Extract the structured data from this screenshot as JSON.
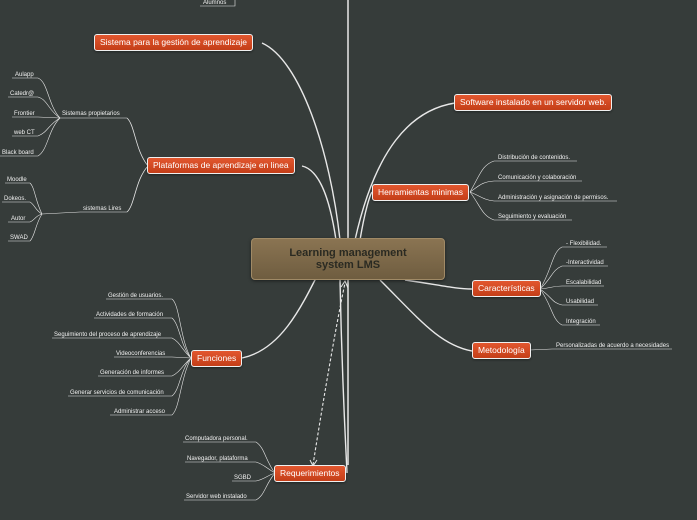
{
  "central": {
    "line1": "Learning management",
    "line2": "system  LMS"
  },
  "top_fragment": "Alumnos",
  "branches": {
    "sistema": "Sistema para la gestión de aprendizaje",
    "plataformas": "Plataformas de aprendizaje en linea",
    "funciones": "Funciones",
    "requerimientos": "Requerimientos",
    "software": "Software instalado en un servidor web.",
    "herramientas": "Herramientas minimas",
    "caracteristicas": "Características",
    "metodologia": "Metodología"
  },
  "propietarios": {
    "label": "Sistemas propietarios",
    "items": [
      "Aulapp",
      "Catedr@",
      "Frontier",
      "web CT",
      "Black board"
    ]
  },
  "libres": {
    "label": "sistemas Lires",
    "items": [
      "Moodle",
      "Dokeos.",
      "Autor",
      "SWAD"
    ]
  },
  "funciones_items": [
    "Gestión de usuarios.",
    "Actividades de formación",
    "Seguimiento  del proceso de aprendizaje",
    "Videoconferencias",
    "Generación de informes",
    "Generar servicios de comunicación",
    "Administrar acceso"
  ],
  "requerimientos_items": [
    "Computadora personal.",
    "Navegador, plataforma",
    "SGBD",
    "Servidor web instalado"
  ],
  "herramientas_items": [
    "Distribución de contenidos.",
    "Comunicación y colaboración",
    "Administración y asignación de permisos.",
    "Seguimiento y evaluación"
  ],
  "caracteristicas_items": [
    "- Flexibilidad.",
    "-Interactividad",
    "Escalabilidad",
    "Usabilidad",
    "Integración"
  ],
  "metodologia_items": [
    "Personalizadas de acuerdo a necesidades"
  ]
}
